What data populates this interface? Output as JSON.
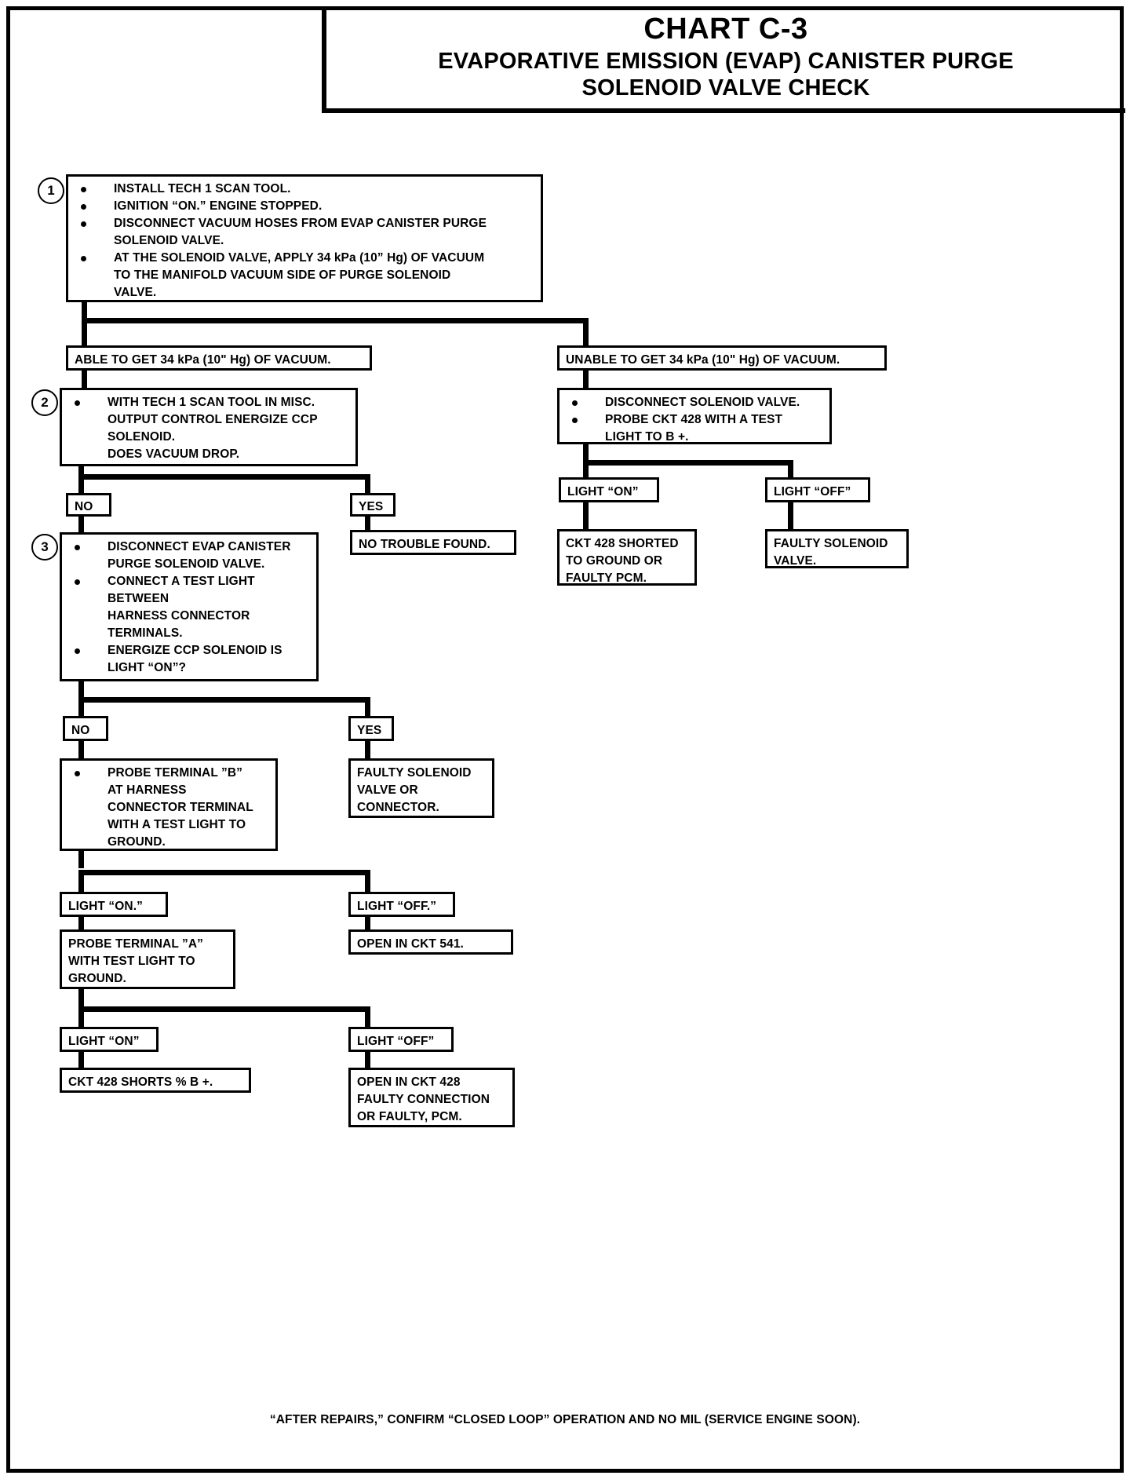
{
  "header": {
    "chart_number": "CHART C-3",
    "title_line1": "EVAPORATIVE EMISSION (EVAP) CANISTER PURGE",
    "title_line2": "SOLENOID VALVE CHECK"
  },
  "steps": {
    "s1": "1",
    "s2": "2",
    "s3": "3"
  },
  "box1": {
    "b1": "INSTALL TECH 1 SCAN TOOL.",
    "b2": "IGNITION “ON.”  ENGINE STOPPED.",
    "b3_l1": "DISCONNECT  VACUUM HOSES FROM EVAP CANISTER PURGE",
    "b3_l2": "SOLENOID VALVE.",
    "b4_l1": "AT THE SOLENOID VALVE,  APPLY 34 kPa (10” Hg) OF VACUUM",
    "b4_l2": "TO THE MANIFOLD VACUUM SIDE OF PURGE SOLENOID",
    "b4_l3": "VALVE."
  },
  "able_box": "ABLE TO GET 34 kPa (10\" Hg) OF VACUUM.",
  "unable_box": "UNABLE TO GET 34 kPa (10\" Hg) OF VACUUM.",
  "box2": {
    "b1_l1": "WITH TECH 1 SCAN TOOL IN MISC.",
    "b1_l2": "OUTPUT CONTROL ENERGIZE CCP",
    "b1_l3": "SOLENOID.",
    "b1_l4": "DOES VACUUM DROP."
  },
  "right_test": {
    "b1": "DISCONNECT SOLENOID VALVE.",
    "b2_l1": "PROBE CKT 428 WITH A TEST",
    "b2_l2": "LIGHT TO B +."
  },
  "labels": {
    "no_1": "NO",
    "yes_1": "YES",
    "no_2": "NO",
    "yes_2": "YES",
    "light_on_r": "LIGHT “ON”",
    "light_off_r": "LIGHT “OFF”",
    "light_on_3": "LIGHT “ON.”",
    "light_off_3": "LIGHT “OFF.”",
    "light_on_4": "LIGHT “ON”",
    "light_off_4": "LIGHT “OFF”"
  },
  "results": {
    "no_trouble": "NO TROUBLE FOUND.",
    "ckt428_short_gnd_l1": "CKT 428 SHORTED",
    "ckt428_short_gnd_l2": "TO GROUND OR",
    "ckt428_short_gnd_l3": "FAULTY PCM.",
    "faulty_sol_l1": "FAULTY SOLENOID",
    "faulty_sol_l2": "VALVE.",
    "faulty_sol_conn_l1": "FAULTY SOLENOID",
    "faulty_sol_conn_l2": "VALVE OR",
    "faulty_sol_conn_l3": "CONNECTOR.",
    "open_ckt541": "OPEN IN CKT 541.",
    "ckt428_shorts_b": "CKT 428 SHORTS % B +.",
    "open_ckt428_l1": "OPEN IN CKT 428",
    "open_ckt428_l2": "FAULTY CONNECTION",
    "open_ckt428_l3": "OR FAULTY, PCM."
  },
  "box3": {
    "b1_l1": "DISCONNECT EVAP CANISTER",
    "b1_l2": "PURGE SOLENOID VALVE.",
    "b2_l1": "CONNECT A TEST LIGHT",
    "b2_l2": "BETWEEN",
    "b2_l3": "HARNESS CONNECTOR",
    "b2_l4": "TERMINALS.",
    "b3_l1": "ENERGIZE CCP SOLENOID IS",
    "b3_l2": "LIGHT “ON”?"
  },
  "probe_b": {
    "l1": "PROBE TERMINAL ”B”",
    "l2": "AT HARNESS",
    "l3": "CONNECTOR TERMINAL",
    "l4": "WITH A TEST LIGHT TO",
    "l5": "GROUND."
  },
  "probe_a": {
    "l1": "PROBE TERMINAL ”A”",
    "l2": "WITH TEST LIGHT TO",
    "l3": "GROUND."
  },
  "footer": "“AFTER REPAIRS,” CONFIRM “CLOSED LOOP” OPERATION AND NO MIL (SERVICE ENGINE SOON)."
}
